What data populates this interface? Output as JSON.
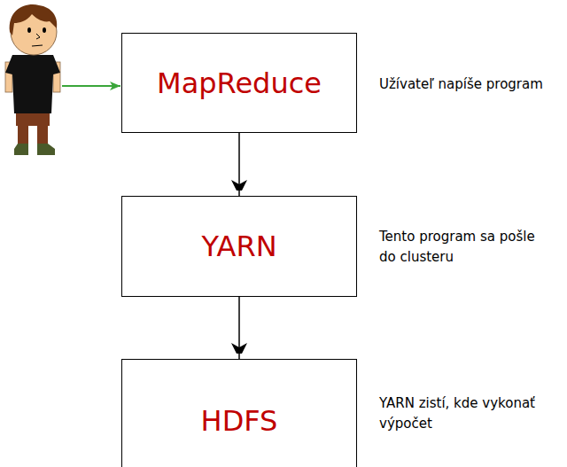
{
  "diagram": {
    "nodes": [
      {
        "text": [
          "MapReduce"
        ]
      },
      {
        "text": [
          "YARN"
        ]
      },
      {
        "text": [
          "HDFS"
        ]
      }
    ],
    "edges": [
      {
        "from": 0,
        "to": 1,
        "arrow": "to"
      },
      {
        "from": 1,
        "to": 2,
        "arrow": "to"
      }
    ],
    "labels": [
      "Užívateľ napíše program",
      "Tento program sa pošle do clusteru",
      "YARN zistí, kde vykonať výpočet"
    ]
  }
}
